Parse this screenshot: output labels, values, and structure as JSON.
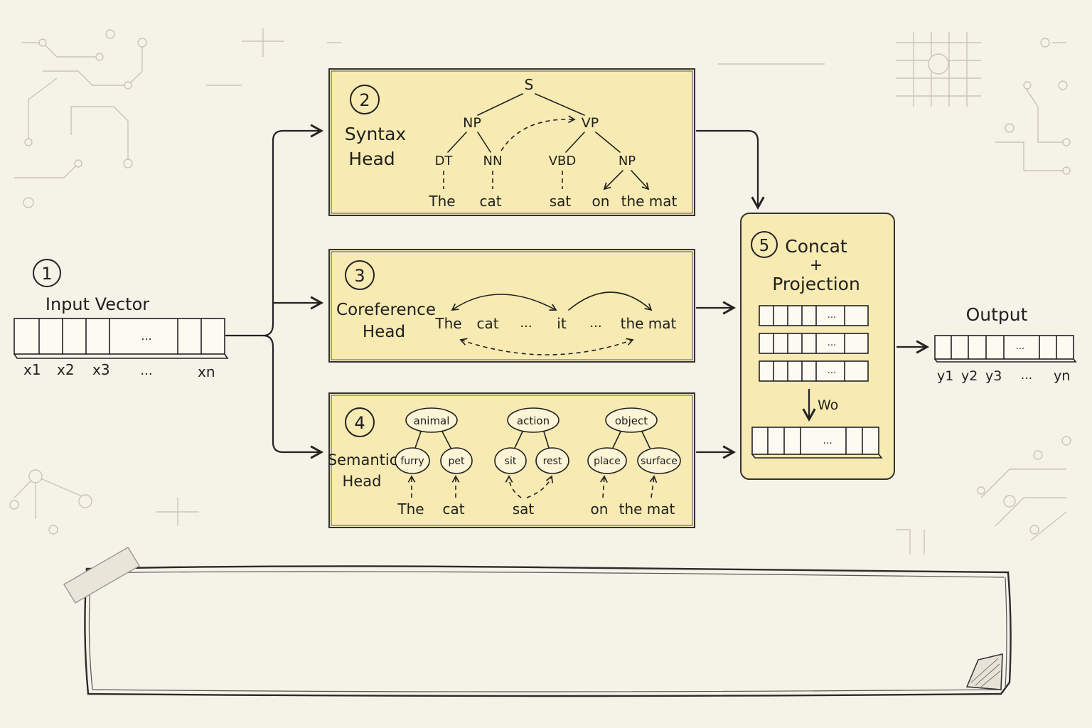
{
  "input": {
    "step": "1",
    "title": "Input Vector",
    "labels": [
      "x1",
      "x2",
      "x3",
      "...",
      "xn"
    ],
    "cell_dots": "..."
  },
  "syntax": {
    "step": "2",
    "title_line1": "Syntax",
    "title_line2": "Head",
    "nodes": {
      "s": "S",
      "np": "NP",
      "vp": "VP",
      "dt": "DT",
      "nn": "NN",
      "vbd": "VBD",
      "np2": "NP"
    },
    "words": [
      "The",
      "cat",
      "sat",
      "on",
      "the mat"
    ]
  },
  "coref": {
    "step": "3",
    "title_line1": "Coreference",
    "title_line2": "Head",
    "tokens": [
      "The",
      "cat",
      "...",
      "it",
      "...",
      "the mat"
    ]
  },
  "semantic": {
    "step": "4",
    "title_line1": "Semantic",
    "title_line2": "Head",
    "categories": [
      "animal",
      "action",
      "object"
    ],
    "features": [
      "furry",
      "pet",
      "sit",
      "rest",
      "place",
      "surface"
    ],
    "words": [
      "The",
      "cat",
      "sat",
      "on",
      "the mat"
    ]
  },
  "concat": {
    "step": "5",
    "title_line1": "Concat",
    "plus": "+",
    "title_line2": "Projection",
    "weight_label": "Wo",
    "cell_dots": "..."
  },
  "output": {
    "title": "Output",
    "labels": [
      "y1",
      "y2",
      "y3",
      "...",
      "yn"
    ],
    "cell_dots": "..."
  }
}
